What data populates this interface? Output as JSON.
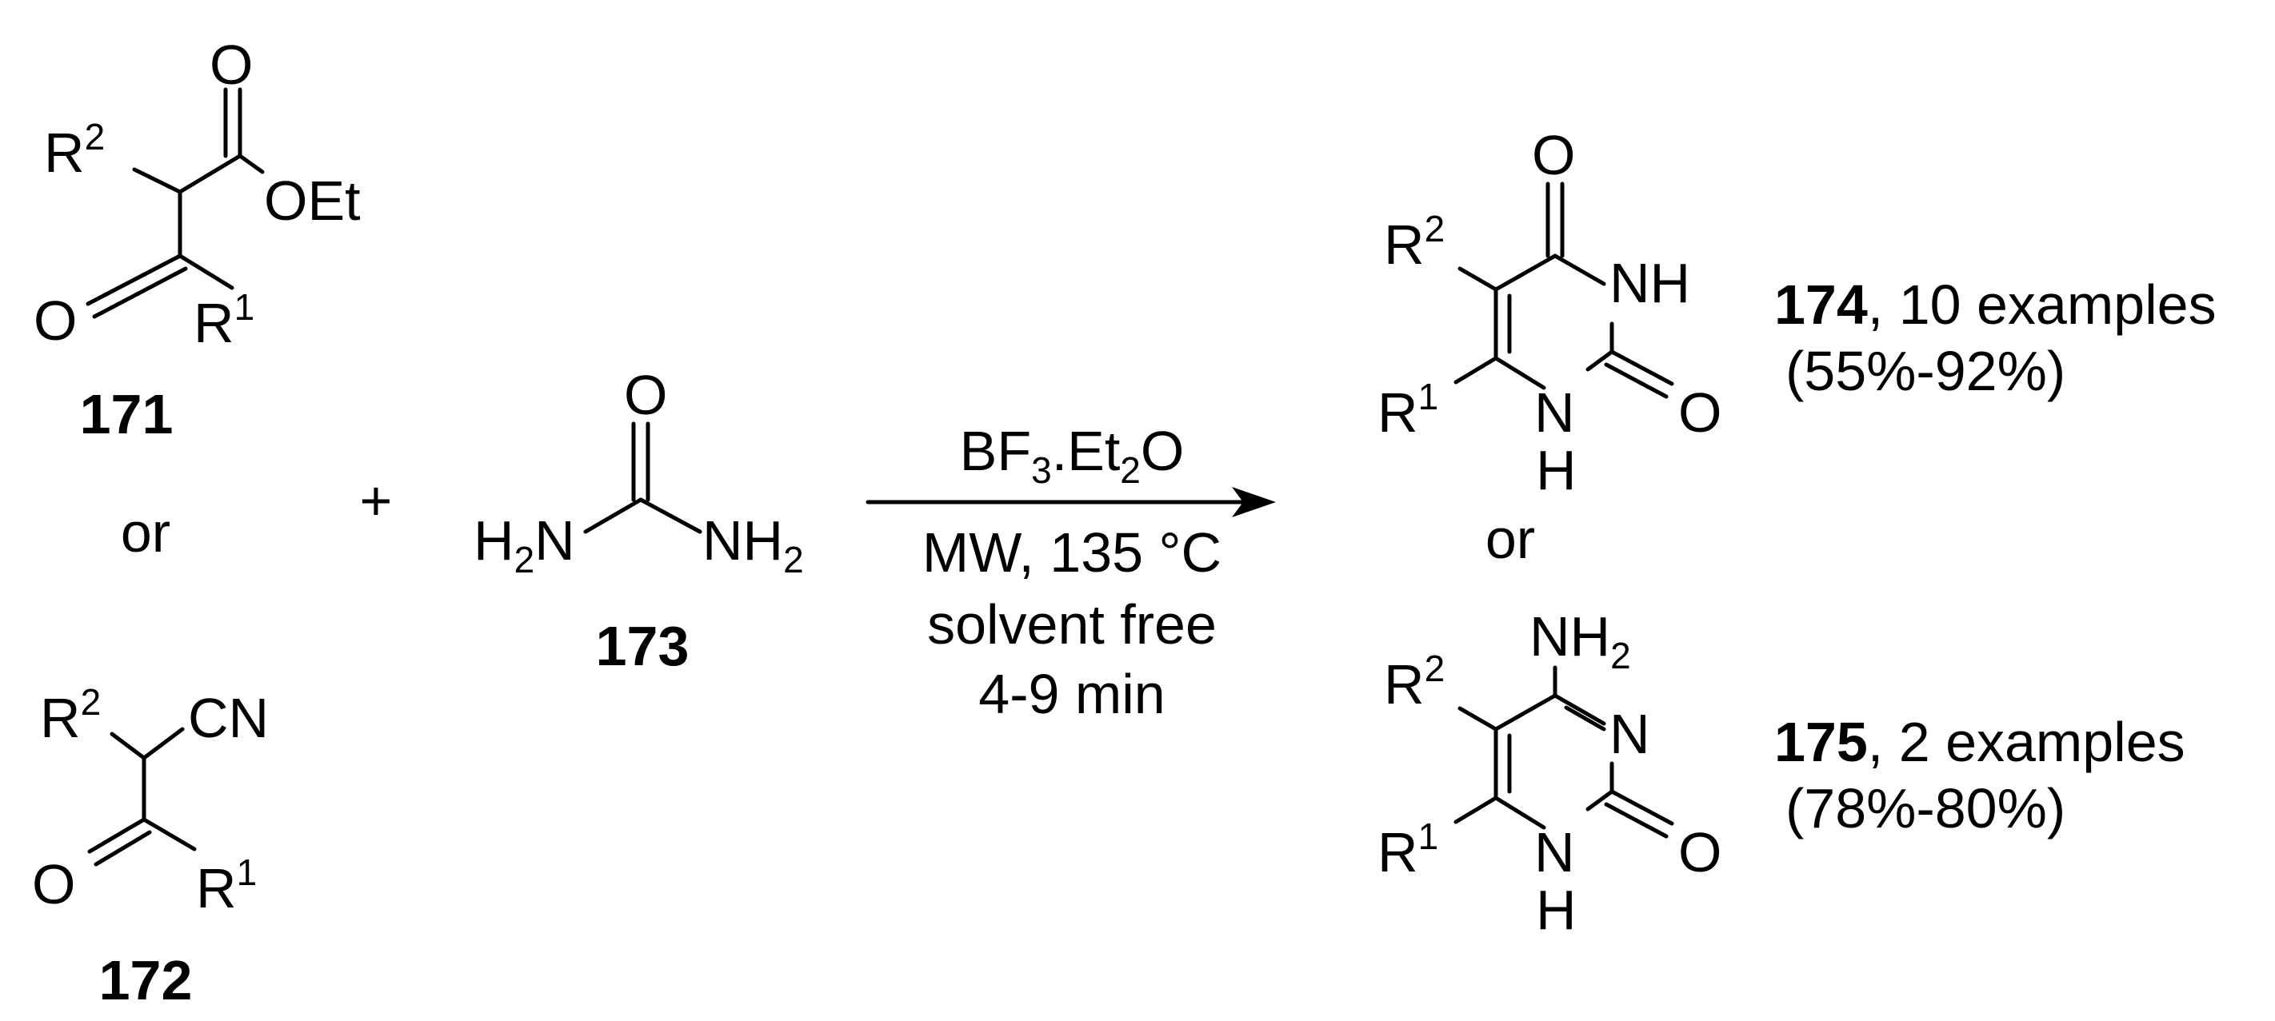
{
  "compounds": {
    "c171": {
      "id": "171",
      "atoms": {
        "o_top": "O",
        "r2": "R",
        "r2_sup": "2",
        "oet": "OEt",
        "o_keto": "O",
        "r1": "R",
        "r1_sup": "1"
      }
    },
    "c172": {
      "id": "172",
      "atoms": {
        "r2": "R",
        "r2_sup": "2",
        "cn": "CN",
        "o_keto": "O",
        "r1": "R",
        "r1_sup": "1"
      }
    },
    "c173": {
      "id": "173",
      "atoms": {
        "o": "O",
        "h2n_h": "H",
        "h2n_sub": "2",
        "h2n_n": "N",
        "nh2_n": "NH",
        "nh2_sub": "2"
      }
    },
    "c174": {
      "id": "174",
      "examples": ", 10 examples",
      "yield": "(55%-92%)",
      "atoms": {
        "o_top": "O",
        "r2": "R",
        "r2_sup": "2",
        "nh": "NH",
        "o_right": "O",
        "r1": "R",
        "r1_sup": "1",
        "n": "N",
        "h": "H"
      }
    },
    "c175": {
      "id": "175",
      "examples": ", 2 examples",
      "yield": "(78%-80%)",
      "atoms": {
        "nh2": "NH",
        "nh2_sub": "2",
        "r2": "R",
        "r2_sup": "2",
        "n_ring": "N",
        "o_right": "O",
        "r1": "R",
        "r1_sup": "1",
        "n": "N",
        "h": "H"
      }
    }
  },
  "operators": {
    "or_left": "or",
    "plus": "+",
    "or_right": "or"
  },
  "conditions": {
    "reagent_pre": "BF",
    "reagent_sub1": "3",
    "reagent_mid": ".Et",
    "reagent_sub2": "2",
    "reagent_post": "O",
    "line1": "MW, 135 °C",
    "line2": "solvent free",
    "line3": "4-9 min"
  }
}
